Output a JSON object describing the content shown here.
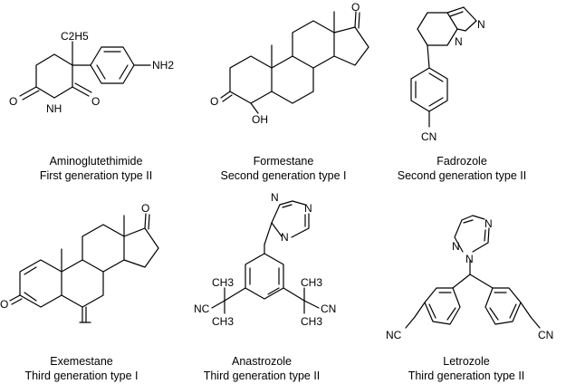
{
  "compounds": [
    {
      "name": "Aminoglutethimide",
      "classification": "First generation type II",
      "atoms": {
        "ethyl": "C2H5",
        "amine": "NH2",
        "imide_nh": "NH",
        "oxygen_left": "O",
        "oxygen_right": "O"
      }
    },
    {
      "name": "Formestane",
      "classification": "Second generation type I",
      "atoms": {
        "ketone_17": "O",
        "ketone_3": "O",
        "hydroxyl": "OH"
      }
    },
    {
      "name": "Fadrozole",
      "classification": "Second generation type II",
      "atoms": {
        "ring_n1": "N",
        "ring_n2": "N",
        "nitrile": "CN"
      }
    },
    {
      "name": "Exemestane",
      "classification": "Third generation type I",
      "atoms": {
        "ketone_17": "O",
        "ketone_3": "O"
      }
    },
    {
      "name": "Anastrozole",
      "classification": "Third generation type II",
      "atoms": {
        "triazole_n1": "N",
        "triazole_n2": "N",
        "triazole_n3": "N",
        "nitrile_left": "NC",
        "nitrile_right": "CN",
        "methyl_1": "CH3",
        "methyl_2": "CH3",
        "methyl_3": "CH3",
        "methyl_4": "CH3"
      }
    },
    {
      "name": "Letrozole",
      "classification": "Third generation type II",
      "atoms": {
        "triazole_n1": "N",
        "triazole_n2": "N",
        "triazole_n3": "N",
        "nitrile_left": "NC",
        "nitrile_right": "CN"
      }
    }
  ]
}
